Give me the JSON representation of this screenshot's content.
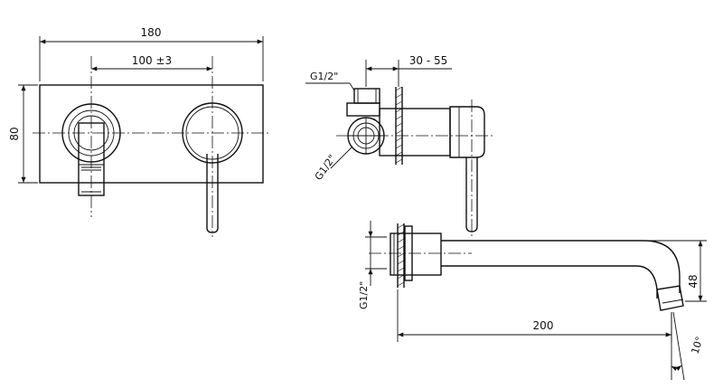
{
  "front_view": {
    "width_label": "180",
    "height_label": "80",
    "spacing_label": "100 ±3"
  },
  "side_view": {
    "depth_label": "30 - 55",
    "inlet_top_label": "G1/2\"",
    "inlet_diag_label": "G1/2\"",
    "inlet_spout_label": "G1/2\"",
    "spout_height_label": "48",
    "projection_label": "200",
    "angle_label": "10°"
  }
}
